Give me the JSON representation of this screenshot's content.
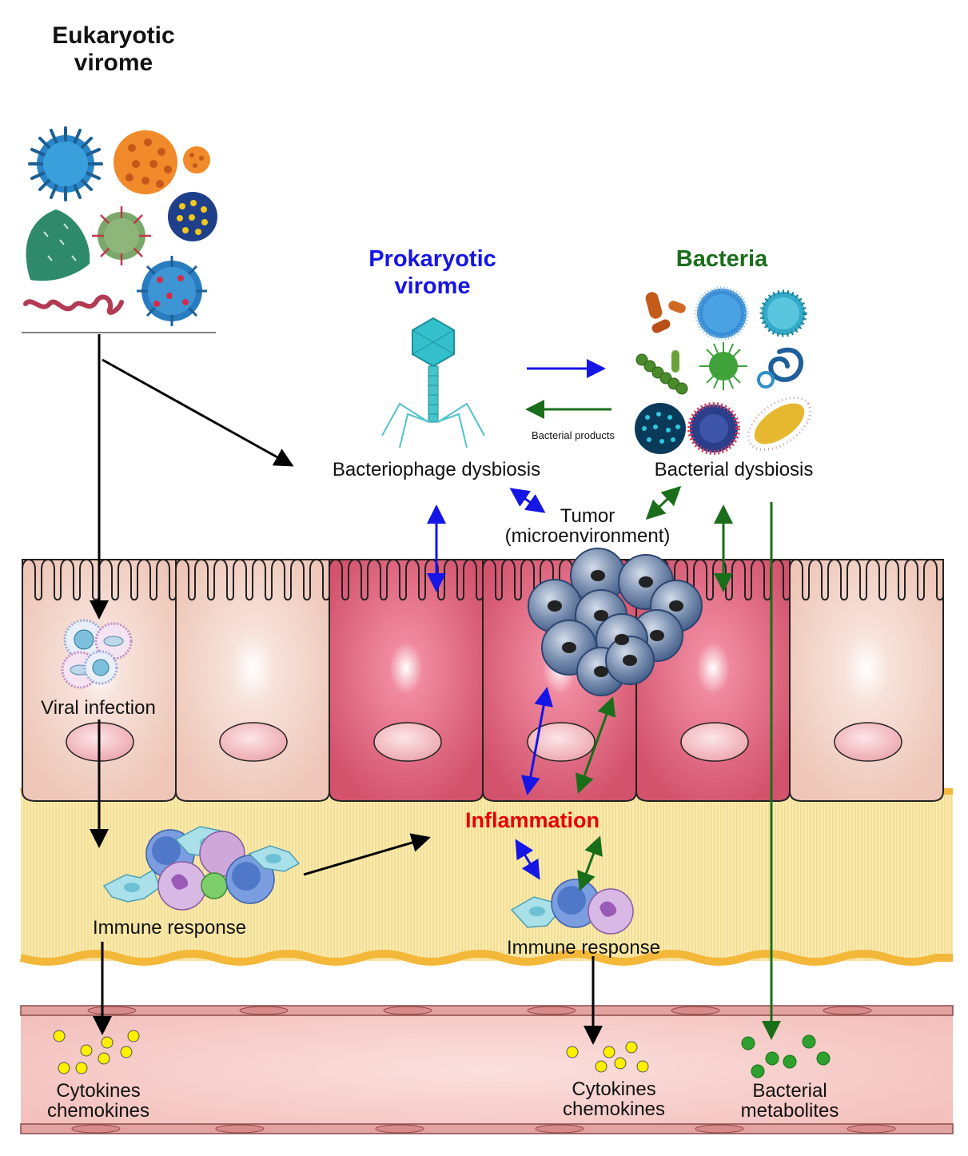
{
  "titles": {
    "eukaryotic_line1": "Eukaryotic",
    "eukaryotic_line2": "virome",
    "prokaryotic_line1": "Prokaryotic",
    "prokaryotic_line2": "virome",
    "bacteria": "Bacteria"
  },
  "labels": {
    "bacterial_products": "Bacterial products",
    "bacteriophage_dysbiosis": "Bacteriophage dysbiosis",
    "bacterial_dysbiosis": "Bacterial dysbiosis",
    "tumor_line1": "Tumor",
    "tumor_line2": "(microenvironment)",
    "viral_infection": "Viral infection",
    "inflammation": "Inflammation",
    "immune_response_left": "Immune response",
    "immune_response_right": "Immune response",
    "cytokines_left_line1": "Cytokines",
    "cytokines_left_line2": "chemokines",
    "cytokines_right_line1": "Cytokines",
    "cytokines_right_line2": "chemokines",
    "metabolites_line1": "Bacterial",
    "metabolites_line2": "metabolites"
  },
  "colors": {
    "prokaryotic": "#1515e6",
    "bacteria": "#1a6e1a",
    "inflammation": "#e60000",
    "arrow_black": "#000000",
    "arrow_blue": "#1515e6",
    "arrow_green": "#1a6e1a",
    "cell_normal": "#f2d2c4",
    "cell_inflamed": "#d95a73",
    "lamina": "#f7e7a8",
    "vessel": "#f6c9c6",
    "cytokine": "#ffef00",
    "metabolite": "#2ea02e",
    "tumor": "#4e6e9a"
  },
  "icons": [
    "eukaryotic-virus-cluster-icon",
    "bacteriophage-icon",
    "bacteria-cluster-icon",
    "tumor-cell-cluster-icon",
    "infected-cells-icon",
    "immune-cells-icon"
  ]
}
